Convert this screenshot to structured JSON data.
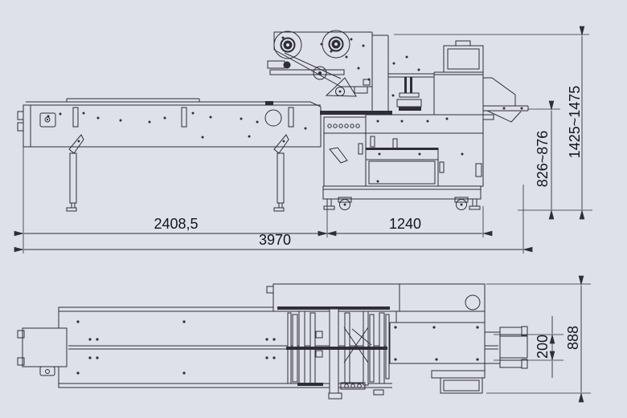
{
  "colors": {
    "background": "#dee0ea",
    "line_color": "#2e2e38",
    "text_color": "#15151b"
  },
  "dimensions": {
    "infeed_conveyor_length": "2408,5",
    "cabinet_base_length": "1240",
    "overall_length": "3970",
    "discharge_belt_height_range": "826~876",
    "overall_height_range": "1425~1475",
    "discharge_belt_width": "200",
    "overall_width": "888"
  }
}
